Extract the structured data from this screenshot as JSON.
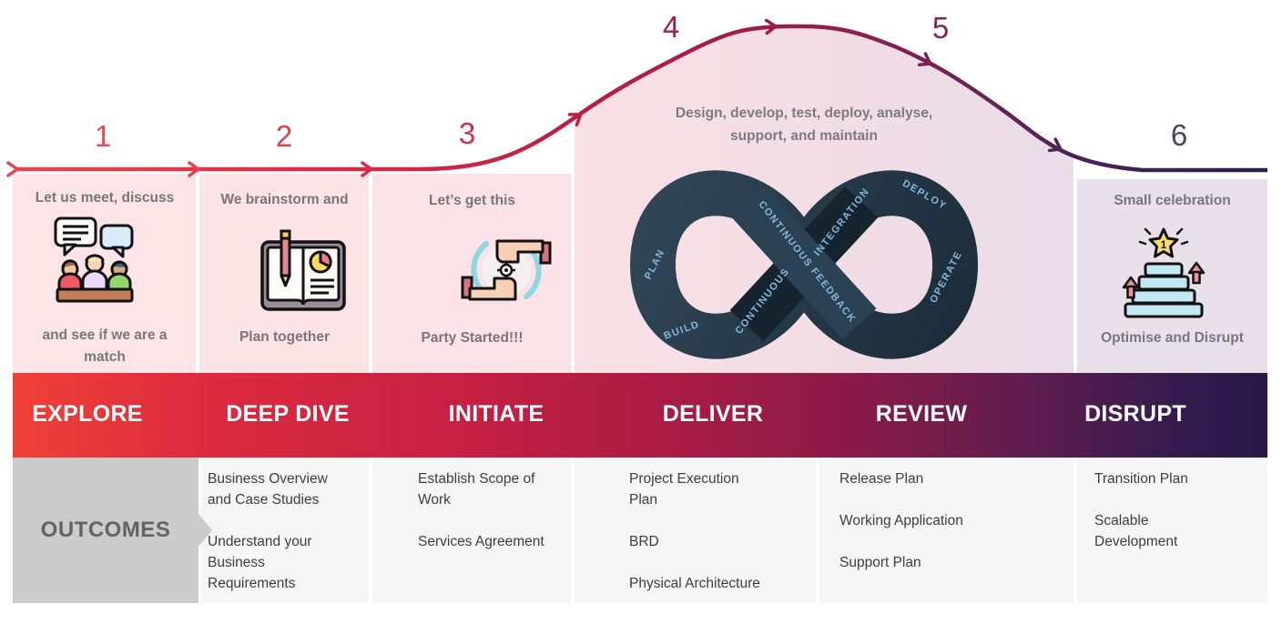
{
  "steps": [
    {
      "number": "1",
      "caption_top": "Let us meet, discuss",
      "caption_bottom": "and see if we are a match",
      "icon": "meeting-people-icon"
    },
    {
      "number": "2",
      "caption_top": "We brainstorm and",
      "caption_bottom": "Plan together",
      "icon": "notebook-pencil-icon"
    },
    {
      "number": "3",
      "caption_top": "Let’s get this",
      "caption_bottom": "Party Started!!!",
      "icon": "framing-hands-icon"
    },
    {
      "number": "4"
    },
    {
      "number": "5"
    },
    {
      "number": "6",
      "caption_top": "Small celebration",
      "caption_bottom": "Optimise and Disrupt",
      "icon": "celebration-podium-icon",
      "icon_star_label": "1"
    }
  ],
  "middle": {
    "caption_line1": "Design, develop, test, deploy, analyse,",
    "caption_line2": "support, and maintain",
    "loop_labels": {
      "plan": "PLAN",
      "build": "BUILD",
      "continuous": "CONTINUOUS",
      "integration": "INTEGRATION",
      "continuous_feedback": "CONTINUOUS FEEDBACK",
      "deploy": "DEPLOY",
      "operate": "OPERATE"
    }
  },
  "banner": {
    "labels": [
      "EXPLORE",
      "DEEP DIVE",
      "INITIATE",
      "DELIVER",
      "REVIEW",
      "DISRUPT"
    ]
  },
  "outcomes": {
    "header": "OUTCOMES",
    "columns": [
      {
        "stage": "EXPLORE",
        "items": []
      },
      {
        "stage": "DEEP DIVE",
        "items": [
          "Business Overview and Case Studies",
          "Understand your Business Requirements"
        ]
      },
      {
        "stage": "INITIATE",
        "items": [
          "Establish Scope of Work",
          "Services Agreement"
        ]
      },
      {
        "stage": "DELIVER",
        "items": [
          "Project Execution Plan",
          "BRD",
          "Physical Architecture"
        ]
      },
      {
        "stage": "REVIEW",
        "items": [
          "Release Plan",
          "Working Application",
          "Support Plan"
        ]
      },
      {
        "stage": "DISRUPT",
        "items": [
          "Transition Plan",
          "Scalable Development"
        ]
      }
    ]
  },
  "colors": {
    "curve_red": "#ea454e",
    "curve_purple": "#2b1d4a",
    "banner_red": "#ef4137",
    "banner_purple": "#261a47",
    "column_pink": "#fbe3e6",
    "column_lavender": "#e8e1ea",
    "loop_navy": "#22394b",
    "loop_label_blue": "#7fb9de",
    "outcomes_gray": "#cbcbcb",
    "caption_gray": "#77777c",
    "outcome_text_gray": "#3d3d3d"
  }
}
